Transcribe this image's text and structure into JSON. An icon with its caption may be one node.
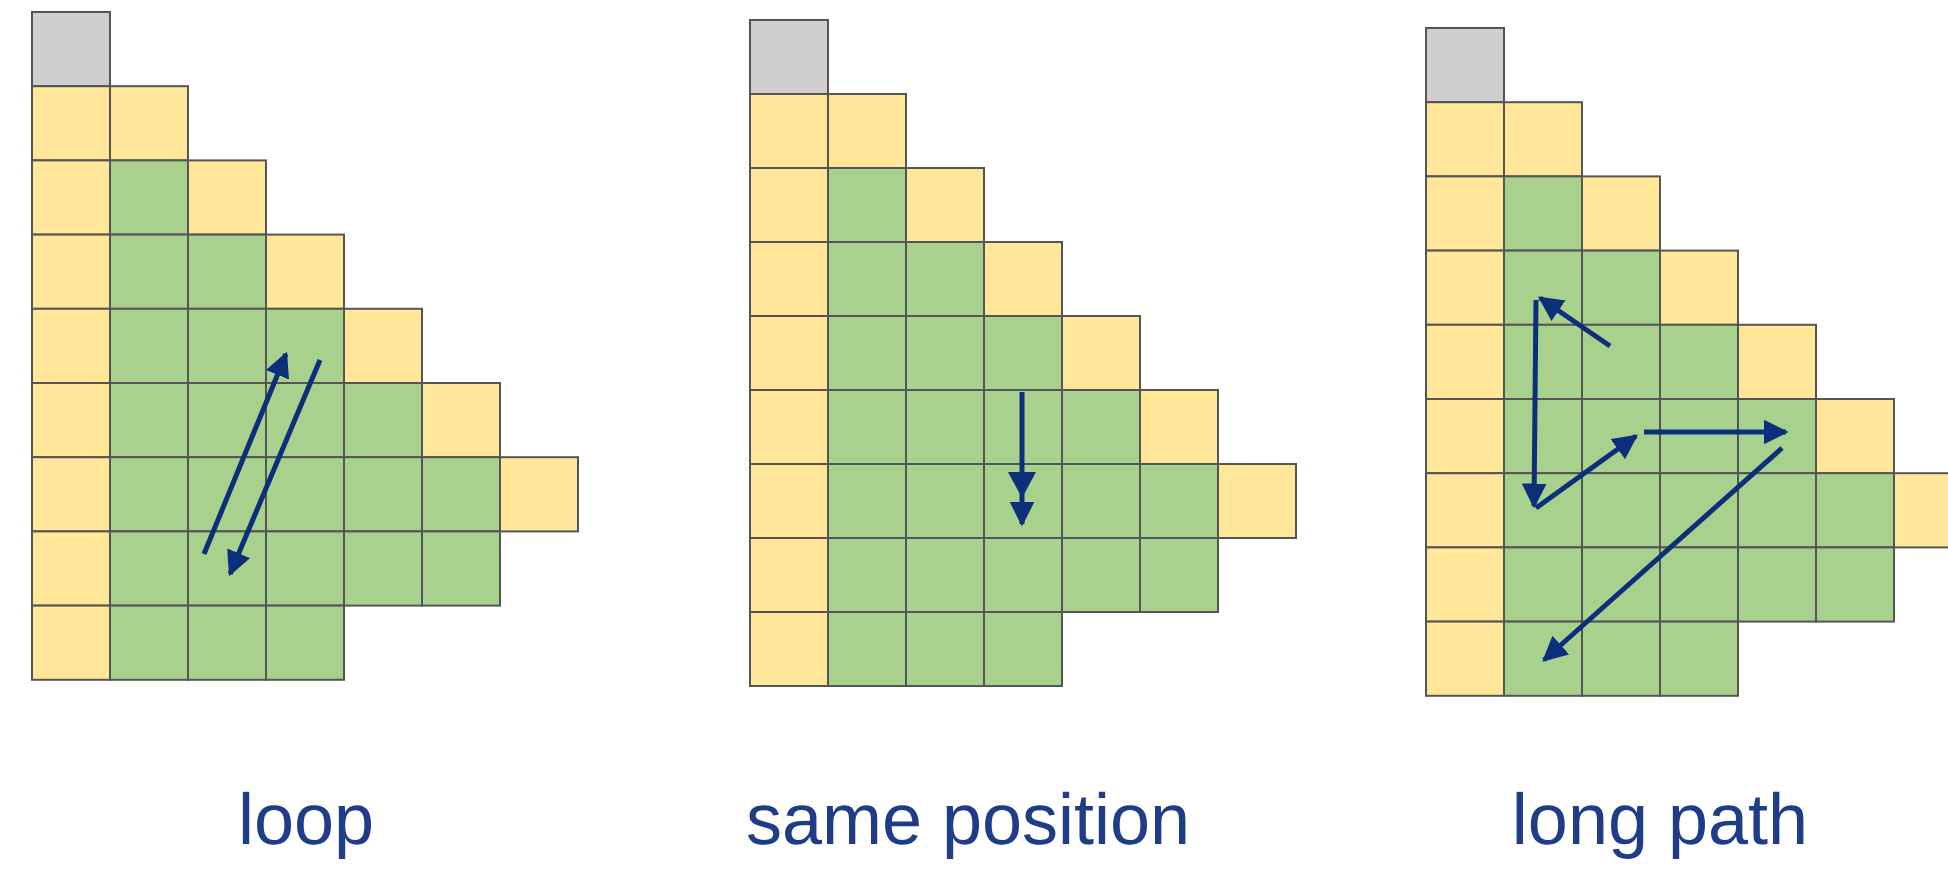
{
  "diagram": {
    "labels": [
      "loop",
      "same position",
      "long path"
    ]
  }
}
